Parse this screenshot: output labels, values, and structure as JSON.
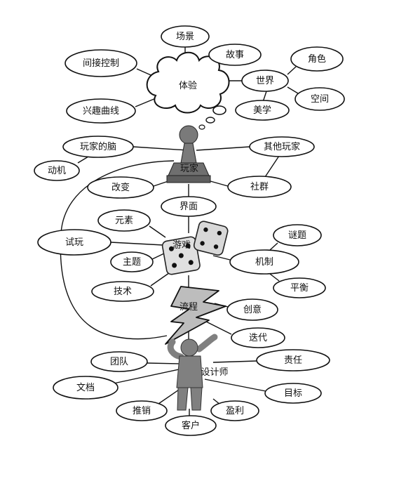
{
  "centers": {
    "experience": "体验",
    "player": "玩家",
    "game": "游戏",
    "process": "流程",
    "designer": "设计师"
  },
  "nodes": {
    "scene": "场景",
    "story": "故事",
    "role": "角色",
    "indirect_control": "间接控制",
    "world": "世界",
    "space": "空间",
    "interest_curve": "兴趣曲线",
    "aesthetics": "美学",
    "player_mind": "玩家的脑",
    "other_players": "其他玩家",
    "motivation": "动机",
    "change": "改变",
    "community": "社群",
    "interface": "界面",
    "elements": "元素",
    "puzzle": "谜题",
    "playtest": "试玩",
    "mechanics": "机制",
    "theme": "主题",
    "balance": "平衡",
    "technology": "技术",
    "creativity": "创意",
    "iteration": "迭代",
    "team": "团队",
    "responsibility": "责任",
    "documentation": "文档",
    "goals": "目标",
    "pitch": "推销",
    "profit": "盈利",
    "client": "客户"
  },
  "colors": {
    "ink": "#111111",
    "pawn": "#7a7a7a",
    "dice": "#e0e0e0",
    "lightning": "#bdbdbd",
    "designer_figure": "#808080"
  },
  "icons": [
    "cloud-icon",
    "pawn-icon",
    "dice-icon",
    "lightning-icon",
    "designer-figure-icon"
  ]
}
